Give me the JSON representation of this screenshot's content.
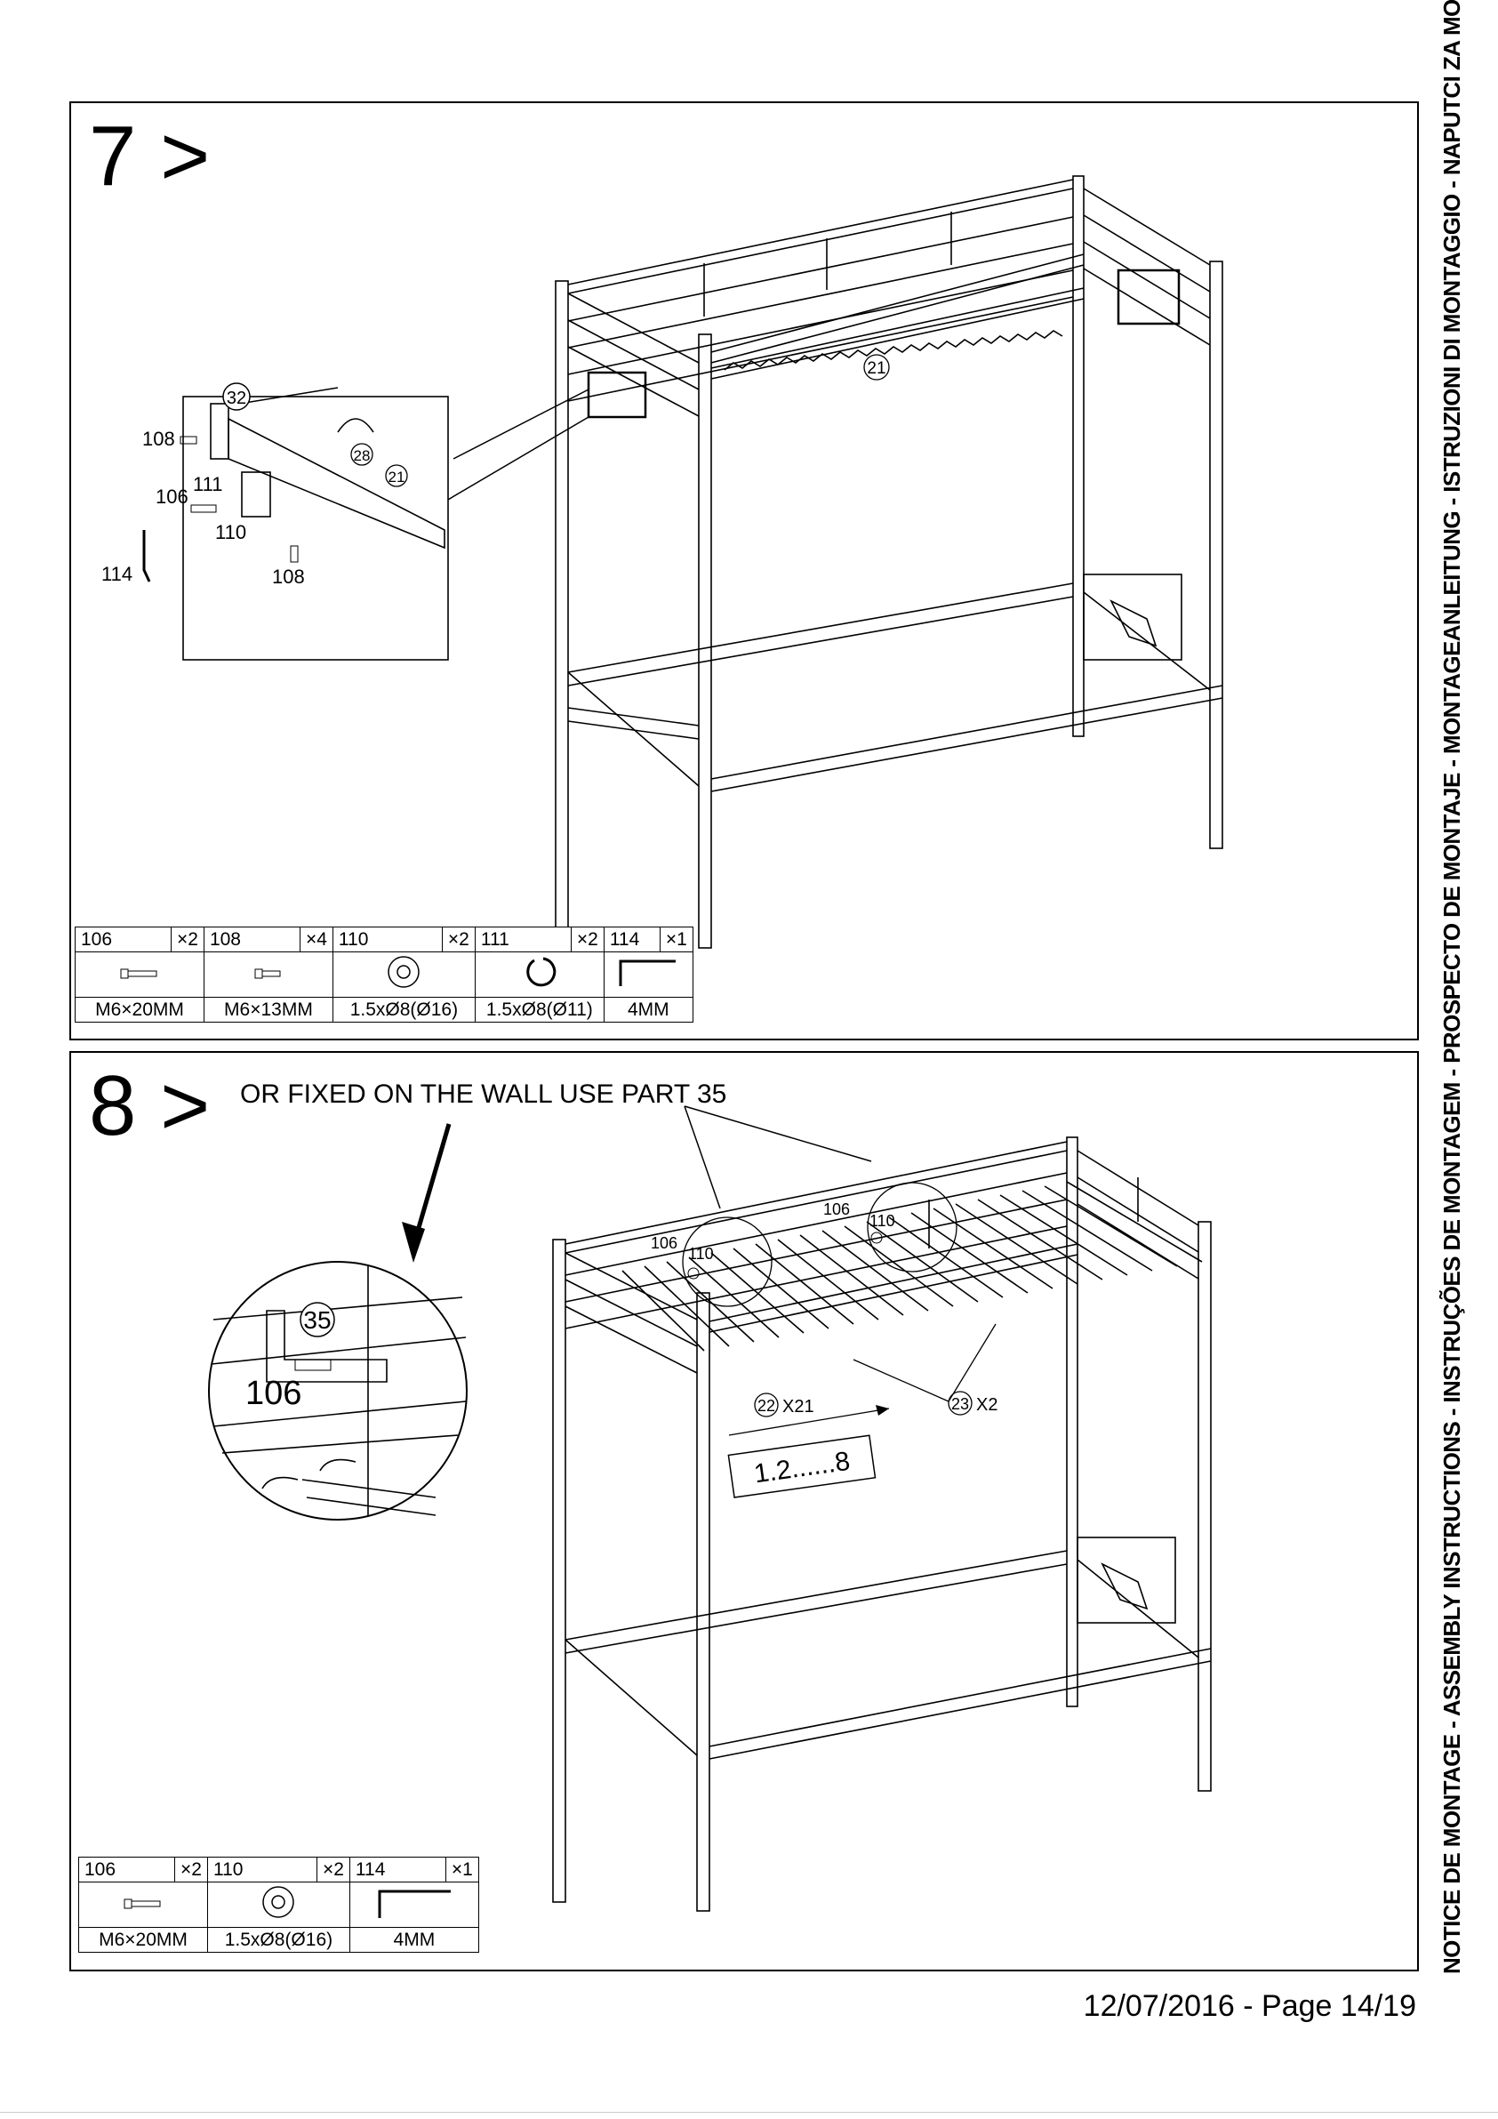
{
  "side_title": "NOTICE DE MONTAGE - ASSEMBLY INSTRUCTIONS - INSTRUÇÕES DE MONTAGEM - PROSPECTO DE MONTAJE - MONTAGEANLEITUNG - ISTRUZIONI DI MONTAGGIO - NAPUTCI ZA MONTAŽU - MONTAJ TALİMATI",
  "footer": "12/07/2016 - Page 14/19",
  "step7": {
    "number": "7 >",
    "callouts": {
      "c21_main": "21",
      "c32": "32",
      "c28": "28",
      "c21_detail": "21",
      "l108_top": "108",
      "l106": "106",
      "l111": "111",
      "l110": "110",
      "l108_bottom": "108",
      "l114": "114"
    },
    "parts": [
      {
        "id": "106",
        "qty": "×2",
        "icon": "bolt-icon",
        "size": "M6×20MM"
      },
      {
        "id": "108",
        "qty": "×4",
        "icon": "bolt-icon",
        "size": "M6×13MM"
      },
      {
        "id": "110",
        "qty": "×2",
        "icon": "washer-icon",
        "size": "1.5xØ8(Ø16)"
      },
      {
        "id": "111",
        "qty": "×2",
        "icon": "split-washer-icon",
        "size": "1.5xØ8(Ø11)"
      },
      {
        "id": "114",
        "qty": "×1",
        "icon": "allen-key-icon",
        "size": "4MM"
      }
    ]
  },
  "step8": {
    "number": "8 >",
    "note": "OR FIXED ON THE WALL USE PART 35",
    "callouts": {
      "c35": "35",
      "l106_detail": "106",
      "l106_a": "106",
      "l110_a": "110",
      "l106_b": "106",
      "l110_b": "110",
      "c22": "22",
      "x21": "X21",
      "c23": "23",
      "x2": "X2",
      "sequence": "1.2......8"
    },
    "parts": [
      {
        "id": "106",
        "qty": "×2",
        "icon": "bolt-icon",
        "size": "M6×20MM"
      },
      {
        "id": "110",
        "qty": "×2",
        "icon": "washer-icon",
        "size": "1.5xØ8(Ø16)"
      },
      {
        "id": "114",
        "qty": "×1",
        "icon": "allen-key-icon",
        "size": "4MM"
      }
    ]
  }
}
